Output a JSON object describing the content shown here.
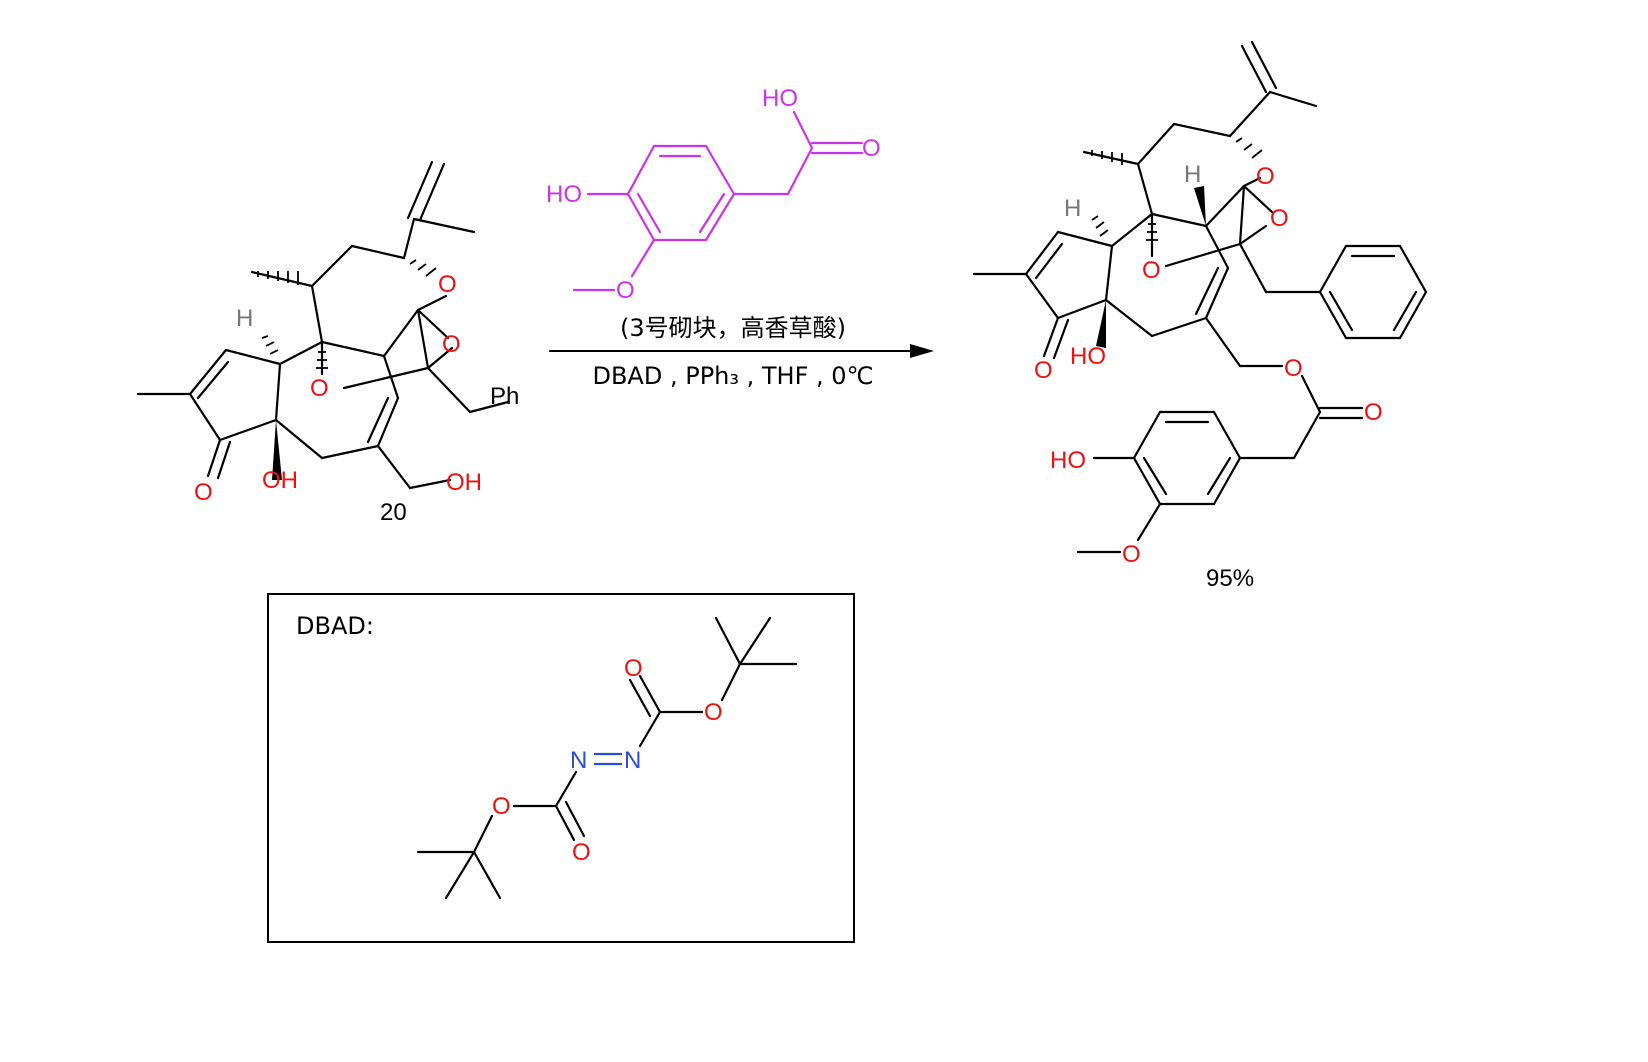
{
  "reagent_conditions_line1": "(3号砌块，高香草酸)",
  "reagent_conditions_line2": "DBAD , PPh₃ , THF , 0℃",
  "compound_number": "20",
  "yield": "95%",
  "dbad_box_label": "DBAD:",
  "atoms": {
    "O": "O",
    "OH": "OH",
    "HO": "HO",
    "H": "H",
    "N": "N",
    "Ph": "Ph"
  },
  "colors": {
    "oxygen": "#ee1111",
    "reagent": "#cc33e6",
    "nitrogen": "#2b4bd9",
    "bond": "#000000"
  }
}
